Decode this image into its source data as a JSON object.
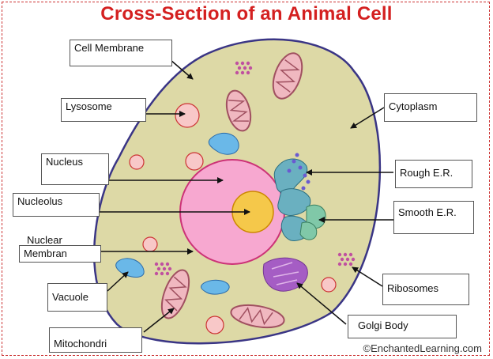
{
  "title": "Cross-Section of an Animal Cell",
  "credit": "©EnchantedLearning.com",
  "colors": {
    "title": "#d42020",
    "cytoplasm": "#ddd9a6",
    "membrane": "#3a3585",
    "nucleus": "#f7a8d0",
    "nucleus_border": "#cc3377",
    "nucleolus": "#f5c84a",
    "mitochondria": "#a05060",
    "lysosome": "#f8c8c8",
    "vacuole": "#6ab8e8",
    "rough_er": "#6ab0c0",
    "smooth_er": "#80c8a8",
    "golgi": "#a050c8",
    "ribosome": "#c050a0"
  },
  "labels": {
    "cell_membrane": "Cell Membrane",
    "lysosome": "Lysosome",
    "nucleus": "Nucleus",
    "nucleolus": "Nucleolus",
    "nuclear_line1": "Nuclear",
    "nuclear_line2": "Membran",
    "vacuole": "Vacuole",
    "mitochondri": "Mitochondri",
    "cytoplasm": "Cytoplasm",
    "rough_er": "Rough E.R.",
    "smooth_er": "Smooth E.R.",
    "ribosomes": "Ribosomes",
    "golgi_body": "Golgi Body"
  }
}
